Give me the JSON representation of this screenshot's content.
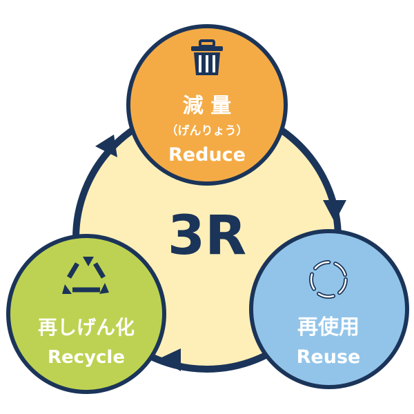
{
  "center": {
    "label": "3R"
  },
  "reduce": {
    "kanji": "減 量",
    "reading": "（げんりょう）",
    "english": "Reduce",
    "icon": "trash-can-icon"
  },
  "reuse": {
    "kanji": "再使用",
    "english": "Reuse",
    "icon": "circular-arrows-icon"
  },
  "recycle": {
    "kanji": "再しげん化",
    "english": "Recycle",
    "icon": "recycle-icon"
  },
  "colors": {
    "navy": "#1B3459",
    "orange": "#F4AB45",
    "blue": "#92C4E9",
    "green": "#BDD252",
    "yellow": "#FEEFB8"
  }
}
